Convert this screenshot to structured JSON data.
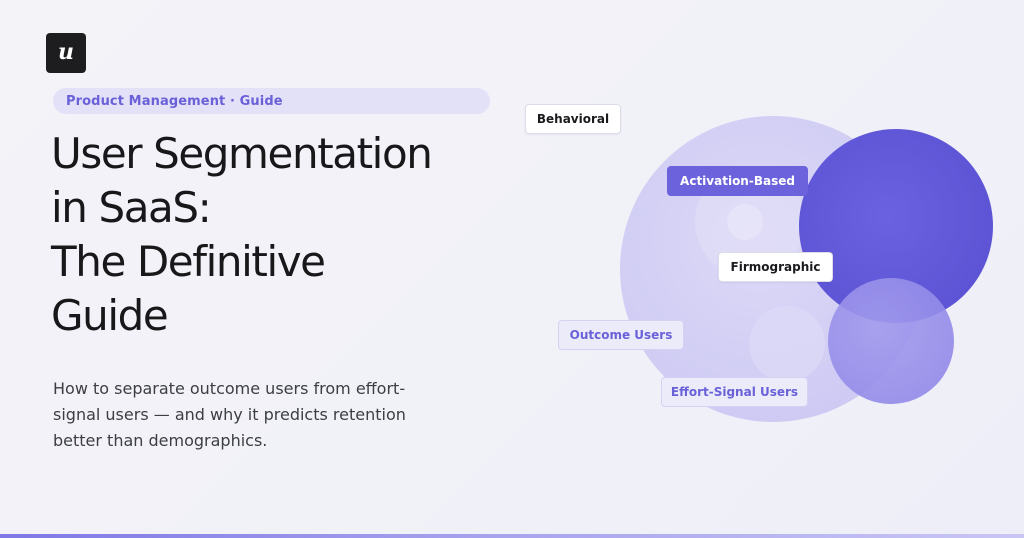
{
  "logo": {
    "letter": "u"
  },
  "badge": {
    "label": "Product Management · Guide"
  },
  "title": {
    "lines": [
      "User Segmentation",
      "in SaaS:",
      "The Definitive",
      "Guide"
    ]
  },
  "subtitle": {
    "lines": [
      "How to separate outcome users from effort-",
      "signal users — and why it predicts retention",
      "better than demographics."
    ]
  },
  "diagram": {
    "labels": {
      "behavioral": "Behavioral",
      "activation": "Activation-Based",
      "firmographic": "Firmographic",
      "outcome": "Outcome Users",
      "effort": "Effort-Signal Users"
    }
  },
  "colors": {
    "accent": "#6c62dc",
    "badge_bg": "#e2e1f8",
    "background": "#f2f2f8",
    "dark": "#1d1d20"
  }
}
